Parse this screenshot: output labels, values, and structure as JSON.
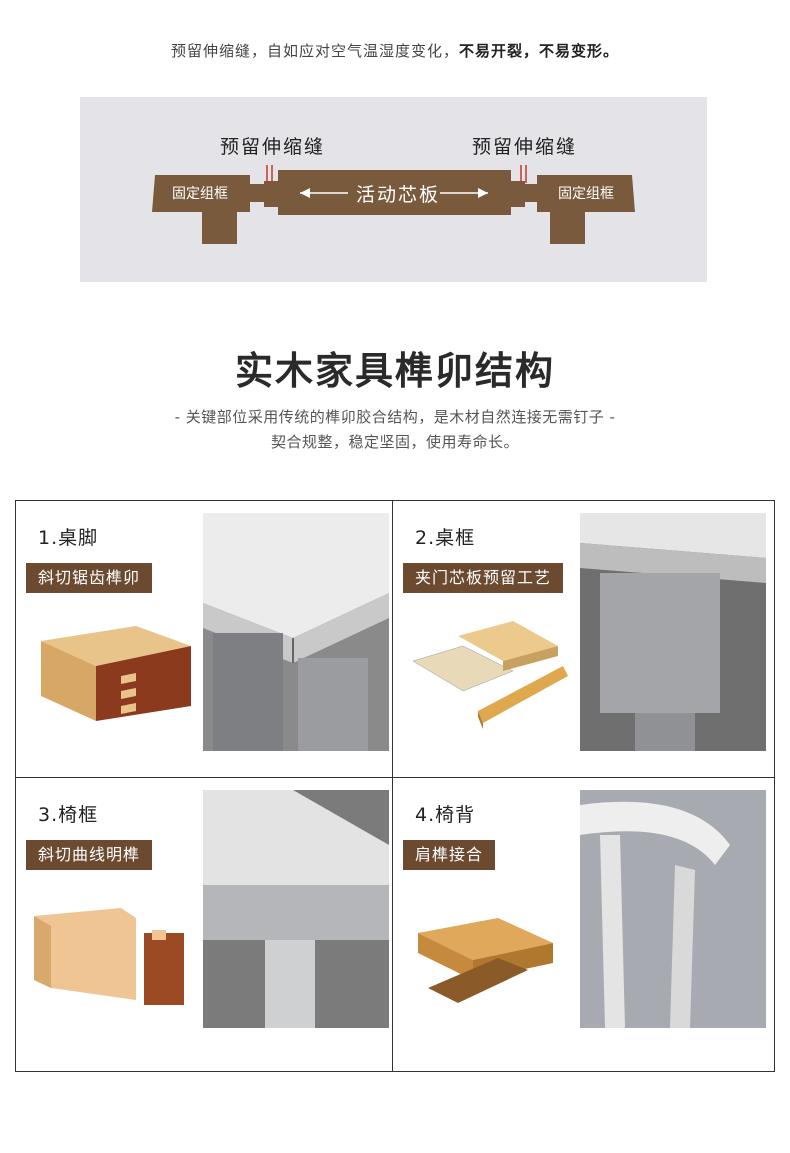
{
  "intro": {
    "text": "预留伸缩缝，自如应对空气温湿度变化，",
    "bold": "不易开裂，不易变形。"
  },
  "diagram": {
    "gap_label_left": "预留伸缩缝",
    "gap_label_right": "预留伸缩缝",
    "frame_left": "固定组框",
    "frame_right": "固定组框",
    "panel_label": "活动芯板",
    "arrow_left": "←──",
    "arrow_right": "──→"
  },
  "section": {
    "title": "实木家具榫卯结构",
    "subtitle_1": "- 关键部位采用传统的榫卯胶合结构，是木材自然连接无需钉子 -",
    "subtitle_2": "契合规整，稳定坚固，使用寿命长。"
  },
  "cells": [
    {
      "title": "1.桌脚",
      "tag": "斜切锯齿榫卯"
    },
    {
      "title": "2.桌框",
      "tag": "夹门芯板预留工艺"
    },
    {
      "title": "3.椅框",
      "tag": "斜切曲线明榫"
    },
    {
      "title": "4.椅背",
      "tag": "肩榫接合"
    }
  ],
  "colors": {
    "wood_dark": "#7a5a3c",
    "tag_bg": "#6b4a2f",
    "gap_red": "#c0392b",
    "diagram_bg": "#e4e4e8"
  }
}
